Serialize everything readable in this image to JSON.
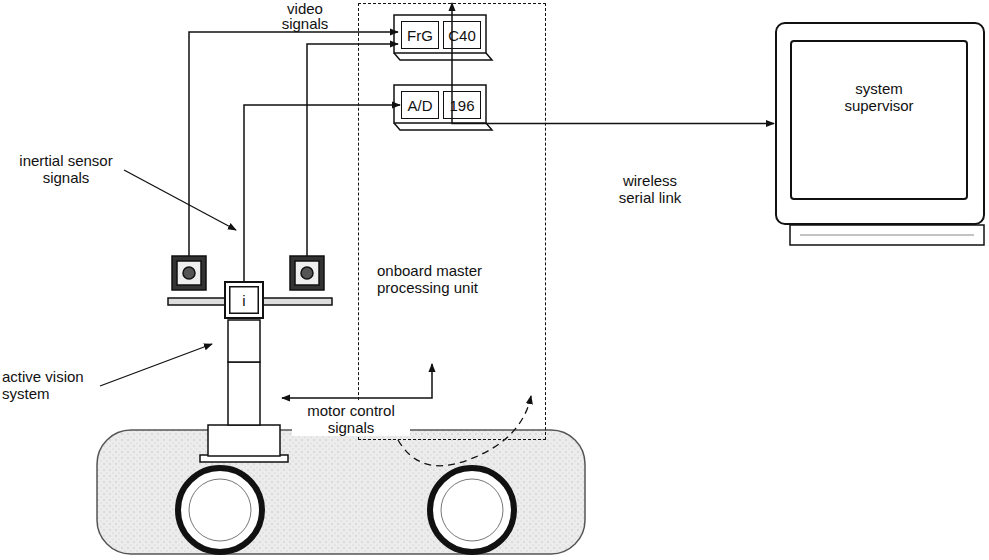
{
  "diagram": {
    "nodes": [
      {
        "text": [
          "onboard master processing unit"
        ]
      },
      {
        "text": [
          "FrG"
        ],
        "in": 0
      },
      {
        "text": [
          "C40"
        ],
        "in": 0
      },
      {
        "text": [
          "A/D"
        ],
        "in": 0
      },
      {
        "text": [
          "196"
        ],
        "in": 0
      },
      {
        "text": [
          "system supervisor"
        ]
      },
      {
        "text": [
          "i"
        ]
      }
    ],
    "edges": [
      {
        "from": 6,
        "to": 3,
        "arrow": "to"
      },
      {
        "from": 0,
        "to": 5,
        "arrow": "both",
        "label": "wireless serial link"
      }
    ],
    "labels": [
      "video signals",
      "inertial sensor signals",
      "active vision system",
      "motor control signals"
    ]
  }
}
